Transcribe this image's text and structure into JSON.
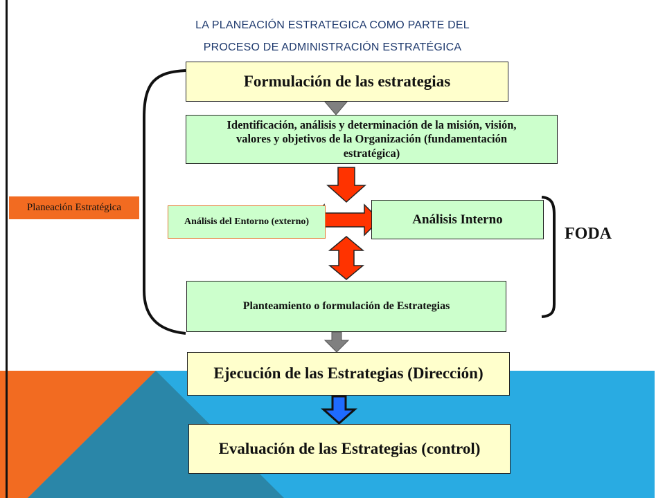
{
  "title": {
    "line1": "LA PLANEACIÓN ESTRATEGICA COMO PARTE DEL",
    "line2": "PROCESO DE ADMINISTRACIÓN ESTRATÉGICA"
  },
  "boxes": {
    "formulacion": "Formulación  de las estrategias",
    "identificacion": "Identificación, análisis y determinación de la misión,  visión, valores y objetivos  de la Organización  (fundamentación estratégica)",
    "entorno": "Análisis del Entorno (externo)",
    "interno": "Análisis  Interno",
    "planteamiento": "Planteamiento o formulación de Estrategias",
    "ejecucion": "Ejecución de las Estrategias (Dirección)",
    "evaluacion": "Evaluación de las Estrategias (control)"
  },
  "side_labels": {
    "planeacion": "Planeación Estratégica",
    "foda": "FODA"
  },
  "colors": {
    "title": "#1f3a6e",
    "box_yellow": "#ffffcc",
    "box_green": "#ccffcc",
    "arrow_red": "#ff3300",
    "arrow_gray": "#808080",
    "arrow_blue": "#1e6bff",
    "label_orange": "#f26b21",
    "bg_blue": "#29abe2",
    "bg_orange": "#f26b21",
    "bg_teal": "#2a86a8"
  }
}
